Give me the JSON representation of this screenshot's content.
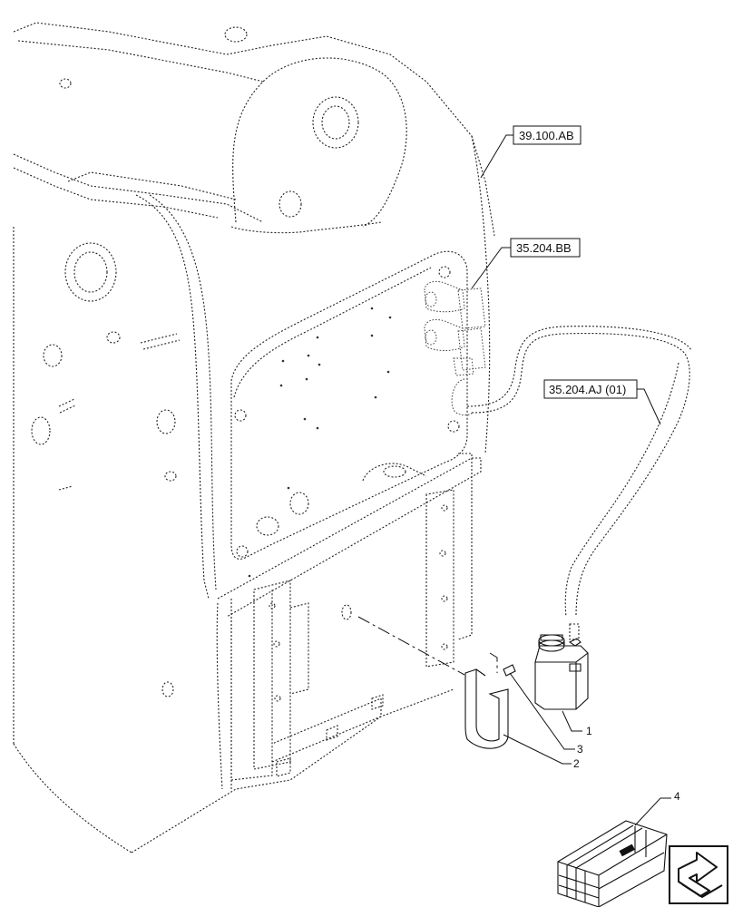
{
  "references": {
    "ref_39_100_ab": "39.100.AB",
    "ref_35_204_bb": "35.204.BB",
    "ref_35_204_aj": "35.204.AJ (01)"
  },
  "callouts": {
    "item_1": "1",
    "item_2": "2",
    "item_3": "3",
    "item_4": "4"
  },
  "icons": {
    "nav": "next-page-arrow-icon",
    "kit": "shipping-crate-icon"
  }
}
